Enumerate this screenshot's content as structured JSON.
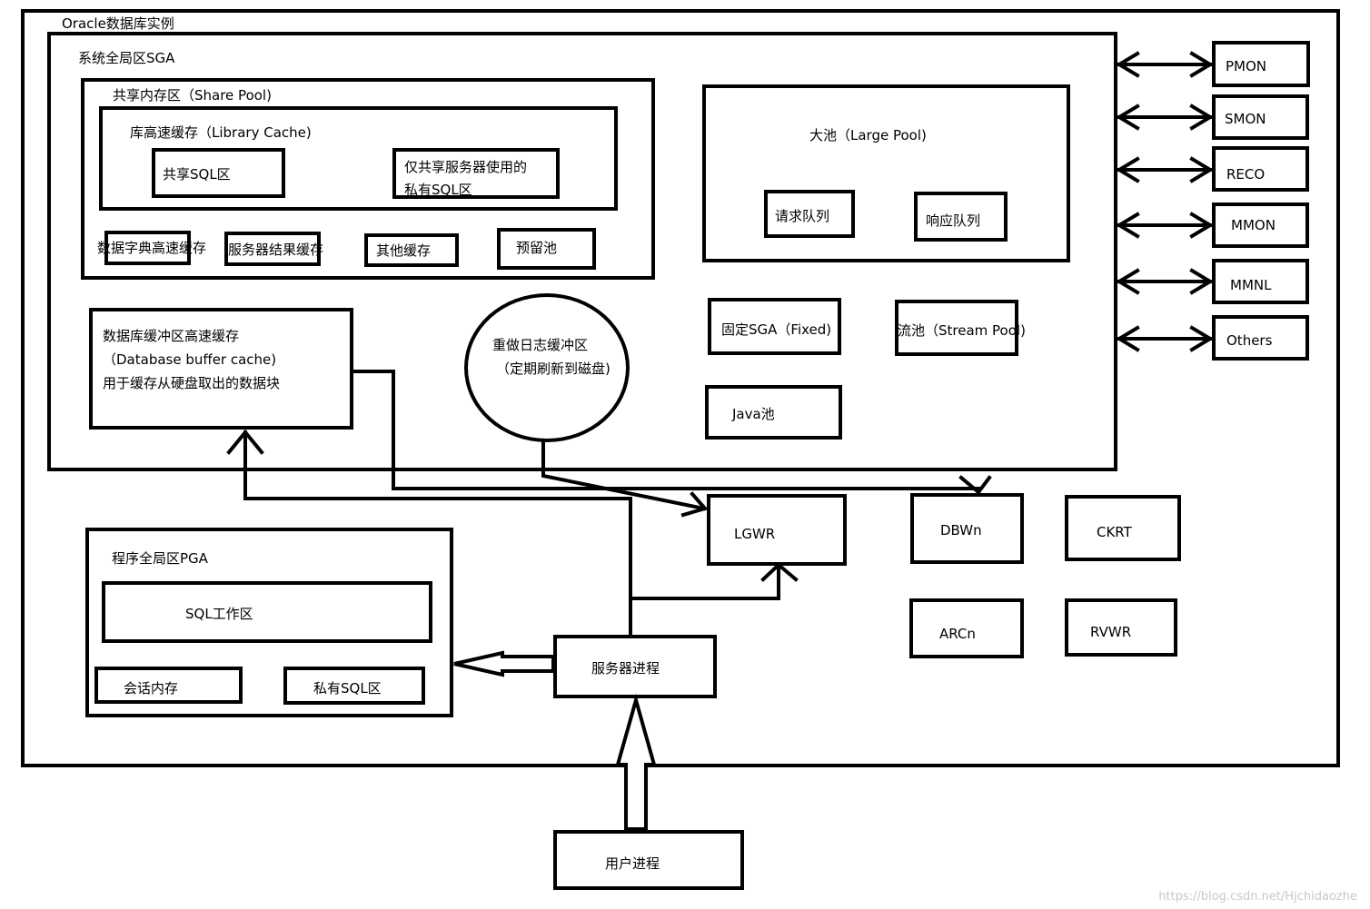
{
  "instance": {
    "title": "Oracle数据库实例"
  },
  "sga": {
    "title": "系统全局区SGA",
    "share_pool": {
      "title": "共享内存区（Share Pool)",
      "library_cache": {
        "title": "库高速缓存（Library Cache)",
        "shared_sql": "共享SQL区",
        "private_sql_line1": "仅共享服务器使用的",
        "private_sql_line2": "私有SQL区"
      },
      "dict_cache": "数据字典高速缓存",
      "result_cache": "服务器结果缓存",
      "other_cache": "其他缓存",
      "reserved_pool": "预留池"
    },
    "large_pool": {
      "title": "大池（Large Pool)",
      "request_queue": "请求队列",
      "response_queue": "响应队列"
    },
    "db_buffer": {
      "line1": "数据库缓冲区高速缓存",
      "line2": "（Database buffer cache)",
      "line3": "用于缓存从硬盘取出的数据块"
    },
    "redo_buffer": {
      "line1": "重做日志缓冲区",
      "line2": "（定期刷新到磁盘)"
    },
    "fixed_sga": "固定SGA（Fixed)",
    "stream_pool": "流池（Stream Pool)",
    "java_pool": "Java池"
  },
  "background_right": [
    "PMON",
    "SMON",
    "RECO",
    "MMON",
    "MMNL",
    "Others"
  ],
  "processes": {
    "lgwr": "LGWR",
    "dbwn": "DBWn",
    "ckrt": "CKRT",
    "arcn": "ARCn",
    "rvwr": "RVWR"
  },
  "pga": {
    "title": "程序全局区PGA",
    "sql_work": "SQL工作区",
    "session_memory": "会话内存",
    "private_sql": "私有SQL区"
  },
  "server_process": "服务器进程",
  "user_process": "用户进程",
  "watermark": "https://blog.csdn.net/Hjchidaozhe"
}
